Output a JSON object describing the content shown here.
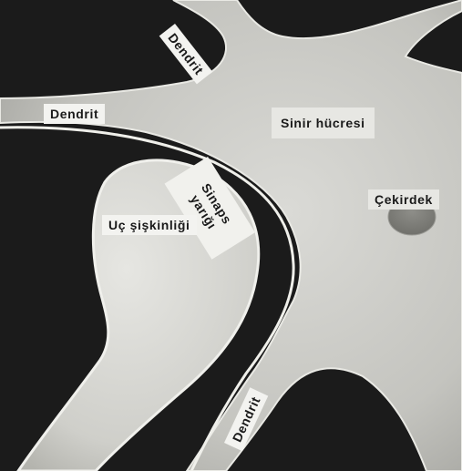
{
  "labels": {
    "dendrite_top": "Dendrit",
    "dendrite_left": "Dendrit",
    "nerve_cell": "Sinir hücresi",
    "synapse_line1": "Sinaps",
    "synapse_line2": "yarığı",
    "nucleus": "Çekirdek",
    "end_bulb": "Uç şişkinliği",
    "dendrite_bottom": "Dendrit"
  }
}
